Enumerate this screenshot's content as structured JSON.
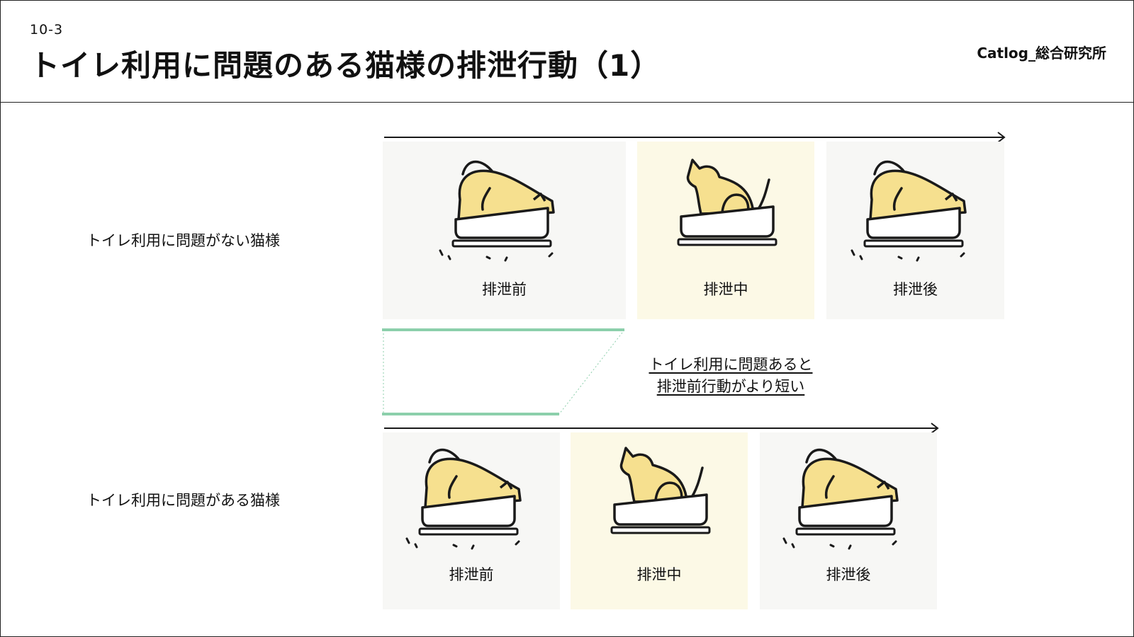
{
  "header": {
    "section_number": "10-3",
    "title": "トイレ利用に問題のある猫様の排泄行動（1）",
    "brand": "Catlog_総合研究所"
  },
  "rows": {
    "normal": {
      "label": "トイレ利用に問題がない猫様",
      "phases": [
        "排泄前",
        "排泄中",
        "排泄後"
      ]
    },
    "problem": {
      "label": "トイレ利用に問題がある猫様",
      "phases": [
        "排泄前",
        "排泄中",
        "排泄後"
      ]
    }
  },
  "note": {
    "line1": "トイレ利用に問題あると",
    "line2": "排泄前行動がより短い"
  },
  "colors": {
    "panel_gray": "#f7f7f5",
    "panel_yellow": "#fcf9e6",
    "cat_fill": "#f6e08f",
    "outline": "#1a1a1a",
    "accent_green": "#8ccfab"
  },
  "icons": {
    "before": "cat-digging-in-litter-box-icon",
    "during": "cat-sitting-in-litter-box-icon",
    "after": "cat-covering-in-litter-box-icon"
  }
}
